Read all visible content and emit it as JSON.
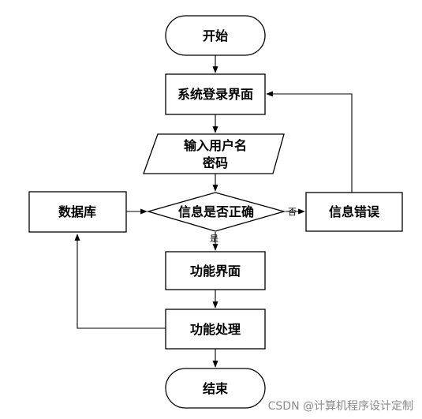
{
  "nodes": {
    "start": "开始",
    "login_screen": "系统登录界面",
    "input_line1": "输入用户名",
    "input_line2": "密码",
    "check": "信息是否正确",
    "database": "数据库",
    "error": "信息错误",
    "function_screen": "功能界面",
    "function_process": "功能处理",
    "end": "结束"
  },
  "edge_labels": {
    "no": "否",
    "yes": "是"
  },
  "watermark": "CSDN @计算机程序设计定制"
}
